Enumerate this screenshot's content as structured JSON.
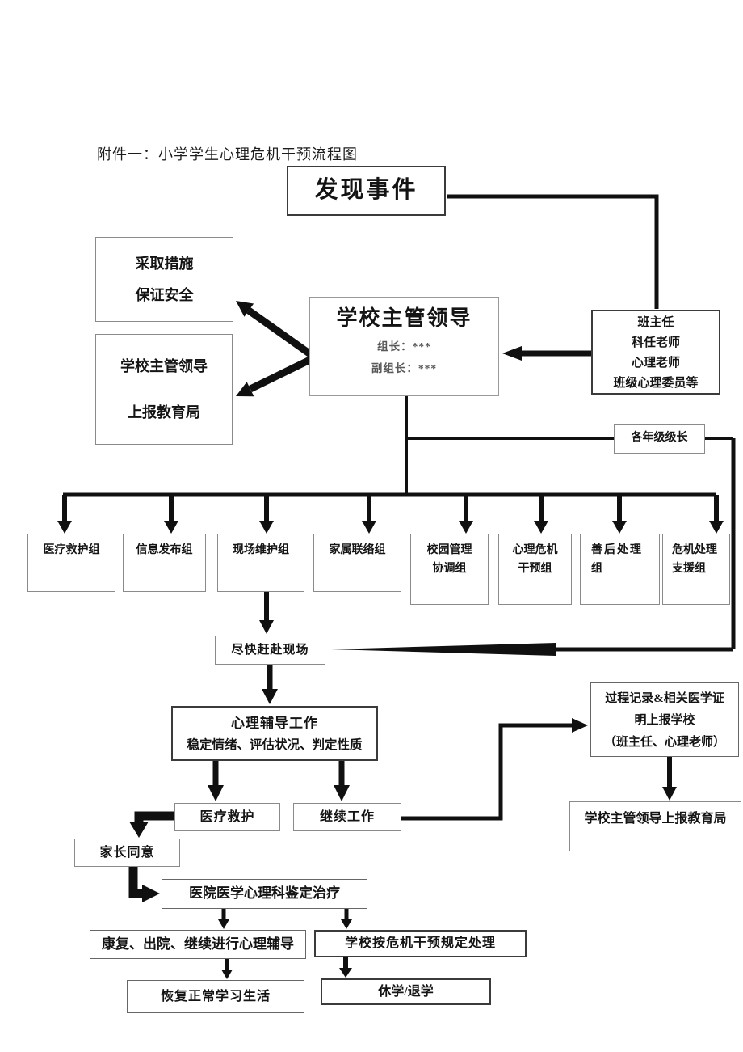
{
  "doc_title": "附件一：小学学生心理危机干预流程图",
  "nodes": {
    "discover": {
      "lines": [
        "发现事件"
      ]
    },
    "take_measures": {
      "lines": [
        "采取措施",
        "保证安全"
      ]
    },
    "report_bureau": {
      "lines": [
        "学校主管领导",
        "上报教育局"
      ]
    },
    "leader": {
      "lines": [
        "学校主管领导"
      ],
      "sub": [
        "组长：***",
        "副组长：***"
      ]
    },
    "teachers": {
      "lines": [
        "班主任",
        "科任老师",
        "心理老师",
        "班级心理委员等"
      ]
    },
    "grade_leaders": {
      "lines": [
        "各年级级长"
      ]
    },
    "groups": [
      {
        "lines": [
          "医疗救护组"
        ]
      },
      {
        "lines": [
          "信息发布组"
        ]
      },
      {
        "lines": [
          "现场维护组"
        ]
      },
      {
        "lines": [
          "家属联络组"
        ]
      },
      {
        "lines": [
          "校园管理",
          "协调组"
        ]
      },
      {
        "lines": [
          "心理危机",
          "干预组"
        ]
      },
      {
        "lines": [
          "善后处理",
          "组"
        ]
      },
      {
        "lines": [
          "危机处理",
          "支援组"
        ]
      }
    ],
    "rush_scene": {
      "lines": [
        "尽快赶赴现场"
      ]
    },
    "counseling": {
      "lines": [
        "心理辅导工作",
        "稳定情绪、评估状况、判定性质"
      ]
    },
    "medical_rescue": {
      "lines": [
        "医疗救护"
      ]
    },
    "continue_work": {
      "lines": [
        "继续工作"
      ]
    },
    "record_report": {
      "lines": [
        "过程记录&相关医学证",
        "明上报学校",
        "（班主任、心理老师）"
      ]
    },
    "parent_consent": {
      "lines": [
        "家长同意"
      ]
    },
    "leader_report": {
      "lines": [
        "学校主管领导上报教育局"
      ]
    },
    "hospital": {
      "lines": [
        "医院医学心理科鉴定治疗"
      ]
    },
    "recovery": {
      "lines": [
        "康复、出院、继续进行心理辅导"
      ]
    },
    "school_rules": {
      "lines": [
        "学校按危机干预规定处理"
      ]
    },
    "normal_life": {
      "lines": [
        "恢复正常学习生活"
      ]
    },
    "suspend": {
      "lines": [
        "休学/退学"
      ]
    }
  },
  "edges": [
    {
      "from": "discover",
      "to": "teachers"
    },
    {
      "from": "teachers",
      "to": "leader"
    },
    {
      "from": "leader",
      "to": "take_measures"
    },
    {
      "from": "leader",
      "to": "report_bureau"
    },
    {
      "from": "leader",
      "to": "grade_leaders"
    },
    {
      "from": "leader",
      "to": "groups(all 8)"
    },
    {
      "from": "grade_leaders",
      "to": "rush_scene"
    },
    {
      "from": "现场维护组",
      "to": "rush_scene"
    },
    {
      "from": "rush_scene",
      "to": "counseling"
    },
    {
      "from": "counseling",
      "to": "medical_rescue"
    },
    {
      "from": "counseling",
      "to": "continue_work"
    },
    {
      "from": "medical_rescue",
      "to": "parent_consent"
    },
    {
      "from": "parent_consent",
      "to": "hospital"
    },
    {
      "from": "continue_work",
      "to": "record_report"
    },
    {
      "from": "record_report",
      "to": "leader_report"
    },
    {
      "from": "hospital",
      "to": "recovery"
    },
    {
      "from": "hospital",
      "to": "school_rules"
    },
    {
      "from": "recovery",
      "to": "normal_life"
    },
    {
      "from": "school_rules",
      "to": "suspend"
    }
  ],
  "colors": {
    "line": "#101010",
    "border_light": "#8a8a8a",
    "border_dark": "#3b3b3b",
    "muted_text": "#595959",
    "background": "#ffffff"
  }
}
